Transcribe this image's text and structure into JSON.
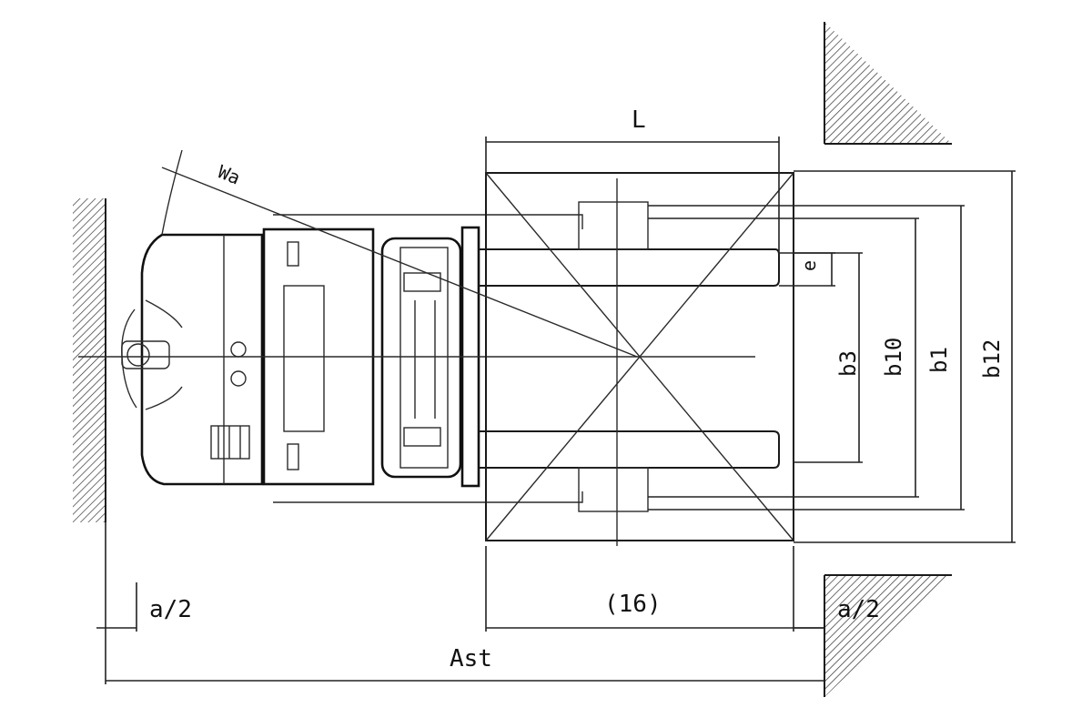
{
  "labels": {
    "L": "L",
    "Wa": "Wa",
    "e": "e",
    "b3": "b3",
    "b10": "b10",
    "b1": "b1",
    "b12": "b12",
    "a2_left": "a/2",
    "a2_right": "a/2",
    "sixteen": "(16)",
    "Ast": "Ast"
  },
  "colors": {
    "line": "#1a1a1a",
    "background": "#ffffff",
    "hatch": "#333333"
  }
}
